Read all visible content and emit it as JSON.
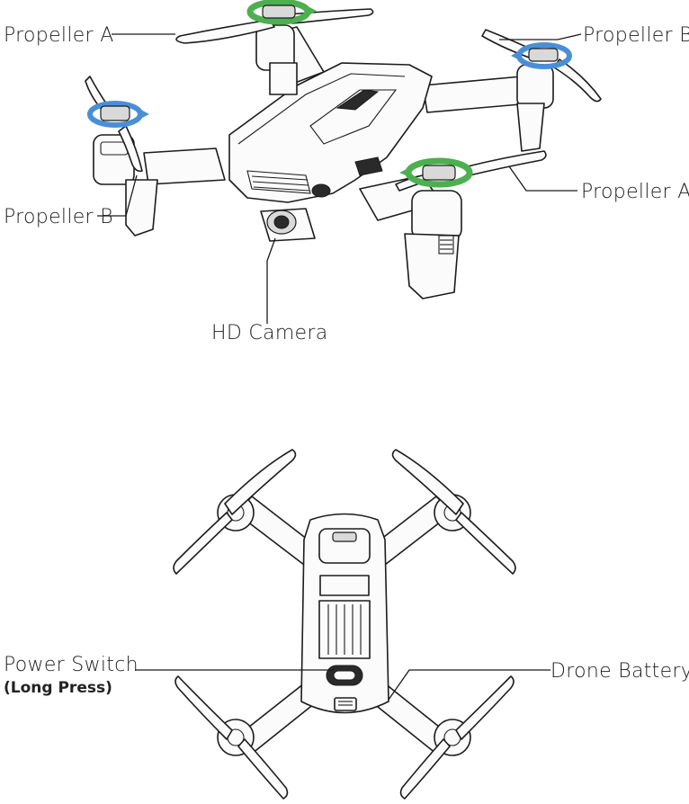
{
  "labels": {
    "propeller_a_top": "Propeller A",
    "propeller_b_top": "Propeller B",
    "propeller_b_left": "Propeller B",
    "propeller_a_right": "Propeller A",
    "hd_camera": "HD Camera",
    "power_switch": "Power Switch",
    "long_press": "(Long Press)",
    "drone_battery": "Drone Battery"
  },
  "colors": {
    "propeller_a_arrow": "#4caf50",
    "propeller_b_arrow": "#4a8fd6",
    "outline": "#1c1c1c"
  }
}
